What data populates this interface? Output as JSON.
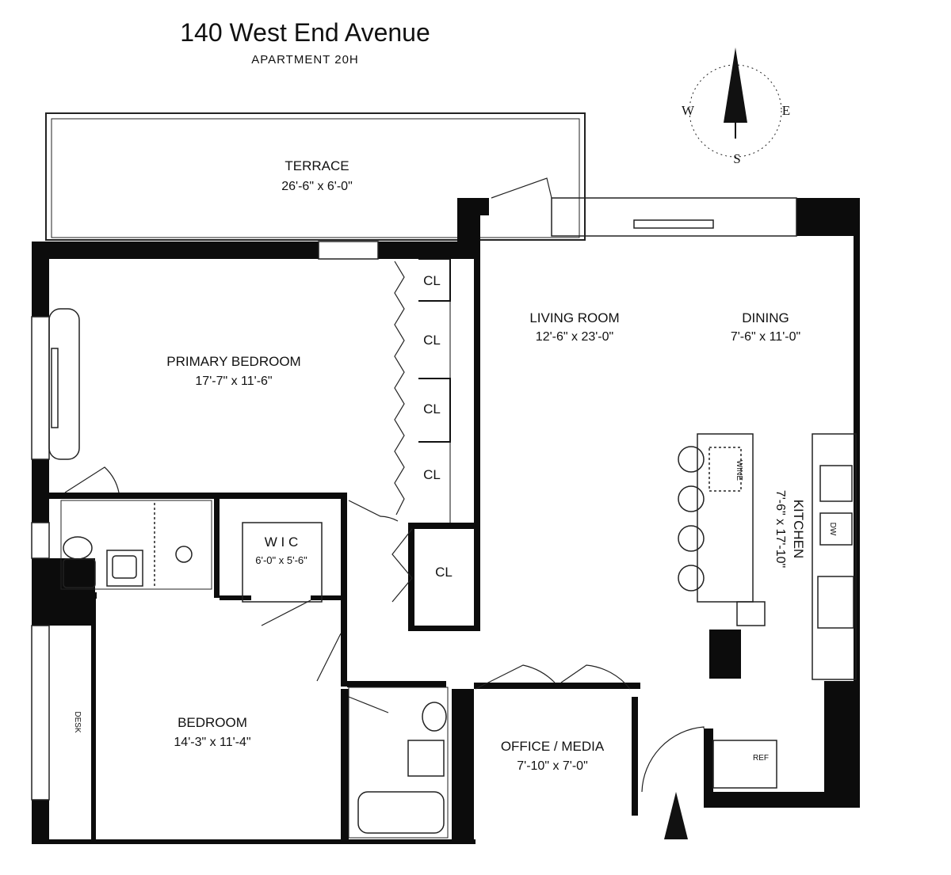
{
  "header": {
    "title": "140 West End Avenue",
    "subtitle": "APARTMENT 20H"
  },
  "compass": {
    "w": "W",
    "e": "E",
    "s": "S"
  },
  "rooms": {
    "terrace": {
      "name": "TERRACE",
      "dim": "26'-6\" x 6'-0\""
    },
    "primary_bedroom": {
      "name": "PRIMARY BEDROOM",
      "dim": "17'-7\" x 11'-6\""
    },
    "living_room": {
      "name": "LIVING ROOM",
      "dim": "12'-6\" x 23'-0\""
    },
    "dining": {
      "name": "DINING",
      "dim": "7'-6\" x 11'-0\""
    },
    "kitchen": {
      "name": "KITCHEN",
      "dim": "7'-6\" x 17'-10\""
    },
    "wic": {
      "name": "W I C",
      "dim": "6'-0\" x 5'-6\""
    },
    "bedroom": {
      "name": "BEDROOM",
      "dim": "14'-3\" x 11'-4\""
    },
    "office": {
      "name": "OFFICE / MEDIA",
      "dim": "7'-10\" x 7'-0\""
    }
  },
  "closets": [
    "CL",
    "CL",
    "CL",
    "CL",
    "CL"
  ],
  "fixtures": {
    "wine": "WINE",
    "dw": "DW",
    "ref": "REF",
    "desk": "DESK"
  }
}
